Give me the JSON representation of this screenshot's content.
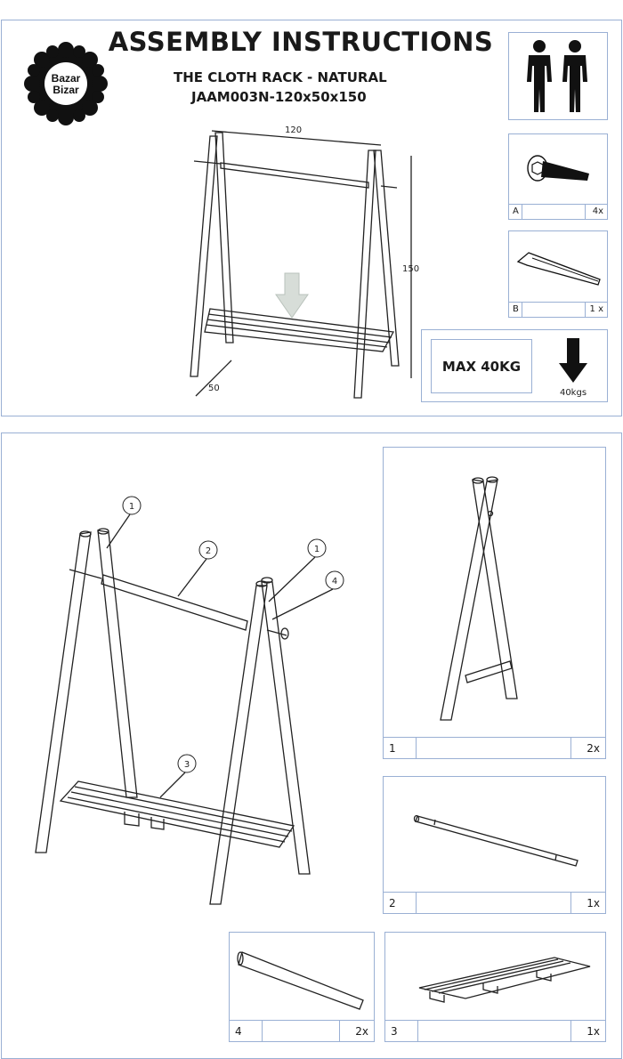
{
  "brand": {
    "line1": "Bazar",
    "line2": "Bizar"
  },
  "header": {
    "title": "ASSEMBLY INSTRUCTIONS",
    "subtitle": "THE CLOTH RACK - NATURAL",
    "code": "JAAM003N-120x50x150"
  },
  "dimensions": {
    "width": "120",
    "height": "150",
    "depth": "50"
  },
  "hardware": [
    {
      "id": "A",
      "qty": "4x",
      "icon": "bolt-icon"
    },
    {
      "id": "B",
      "qty": "1 x",
      "icon": "allen-key-icon"
    }
  ],
  "people_icon": "two-persons-icon",
  "max_load": {
    "label": "MAX 40KG",
    "arrow_label": "40kgs"
  },
  "callouts": [
    "1",
    "2",
    "1",
    "4",
    "3"
  ],
  "parts": [
    {
      "id": "1",
      "qty": "2x"
    },
    {
      "id": "2",
      "qty": "1x"
    },
    {
      "id": "4",
      "qty": "2x"
    },
    {
      "id": "3",
      "qty": "1x"
    }
  ]
}
